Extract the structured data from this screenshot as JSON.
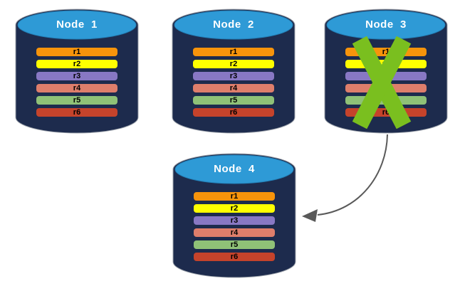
{
  "colors": {
    "background": "#FFFFFF",
    "cylinder_body": "#1D2B4D",
    "cylinder_outline": "#9FA5AD",
    "cylinder_top": "#2E9AD6",
    "cylinder_top_stroke": "#2380B8",
    "failure_x": "#7ABF1F",
    "arrow": "#595959",
    "bar_text": "#000000",
    "title_text": "#FFFFFF"
  },
  "nodes": [
    {
      "label": "Node  1",
      "failed": false,
      "replicas": [
        {
          "label": "r1",
          "color": "#F7940B"
        },
        {
          "label": "r2",
          "color": "#FFFF00"
        },
        {
          "label": "r3",
          "color": "#8878C4"
        },
        {
          "label": "r4",
          "color": "#DE7E6B"
        },
        {
          "label": "r5",
          "color": "#8FC177"
        },
        {
          "label": "r6",
          "color": "#C5432B"
        }
      ]
    },
    {
      "label": "Node  2",
      "failed": false,
      "replicas": [
        {
          "label": "r1",
          "color": "#F7940B"
        },
        {
          "label": "r2",
          "color": "#FFFF00"
        },
        {
          "label": "r3",
          "color": "#8878C4"
        },
        {
          "label": "r4",
          "color": "#DE7E6B"
        },
        {
          "label": "r5",
          "color": "#8FC177"
        },
        {
          "label": "r6",
          "color": "#C5432B"
        }
      ]
    },
    {
      "label": "Node  3",
      "failed": true,
      "replicas": [
        {
          "label": "r1",
          "color": "#F7940B"
        },
        {
          "label": "r2",
          "color": "#FFFF00"
        },
        {
          "label": "r3",
          "color": "#8878C4"
        },
        {
          "label": "r4",
          "color": "#DE7E6B"
        },
        {
          "label": "r5",
          "color": "#8FC177"
        },
        {
          "label": "r6",
          "color": "#C5432B"
        }
      ]
    },
    {
      "label": "Node  4",
      "failed": false,
      "replicas": [
        {
          "label": "r1",
          "color": "#F7940B"
        },
        {
          "label": "r2",
          "color": "#FFFF00"
        },
        {
          "label": "r3",
          "color": "#8878C4"
        },
        {
          "label": "r4",
          "color": "#DE7E6B"
        },
        {
          "label": "r5",
          "color": "#8FC177"
        },
        {
          "label": "r6",
          "color": "#C5432B"
        }
      ]
    }
  ],
  "arrow": {
    "from": "Node 3",
    "to": "Node 4"
  }
}
